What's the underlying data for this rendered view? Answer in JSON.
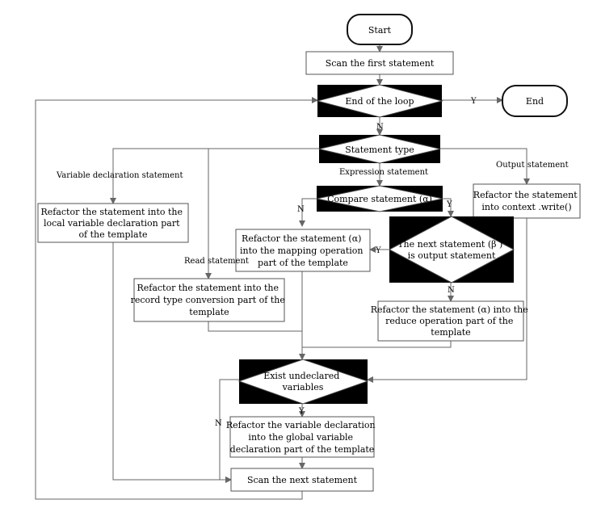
{
  "nodes": {
    "start": "Start",
    "scan_first": "Scan the first statement",
    "end_loop": "End of the loop",
    "end": "End",
    "stmt_type": "Statement type",
    "var_decl": [
      "Refactor the statement into the",
      "local variable declaration part",
      "of the template"
    ],
    "compare": "Compare statement (α)",
    "output_refactor": [
      "Refactor the statement",
      "into context .write()"
    ],
    "mapping": [
      "Refactor the statement (α)",
      "into the mapping operation",
      "part of the template"
    ],
    "next_output": [
      "The next statement (β )",
      "is output statement"
    ],
    "record": [
      "Refactor the statement into the",
      "record type conversion  part  of the",
      "template"
    ],
    "reduce": [
      "Refactor the statement  (α) into the",
      "reduce operation part of the",
      "template"
    ],
    "exist_undeclared": [
      "Exist undeclared",
      "variables"
    ],
    "global_decl": [
      "Refactor the variable declaration",
      "into the global variable",
      "declaration part of the template"
    ],
    "scan_next": "Scan the next statement"
  },
  "edge_labels": {
    "loop_yes": "Y",
    "loop_no": "N",
    "var_decl_stmt": "Variable declaration statement",
    "expression_stmt": "Expression statement",
    "output_stmt": "Output  statement",
    "compare_no": "N",
    "compare_yes": "Y",
    "next_yes": "Y",
    "next_no": "N",
    "read_stmt": "Read statement",
    "exist_yes": "Y",
    "exist_no": "N"
  }
}
